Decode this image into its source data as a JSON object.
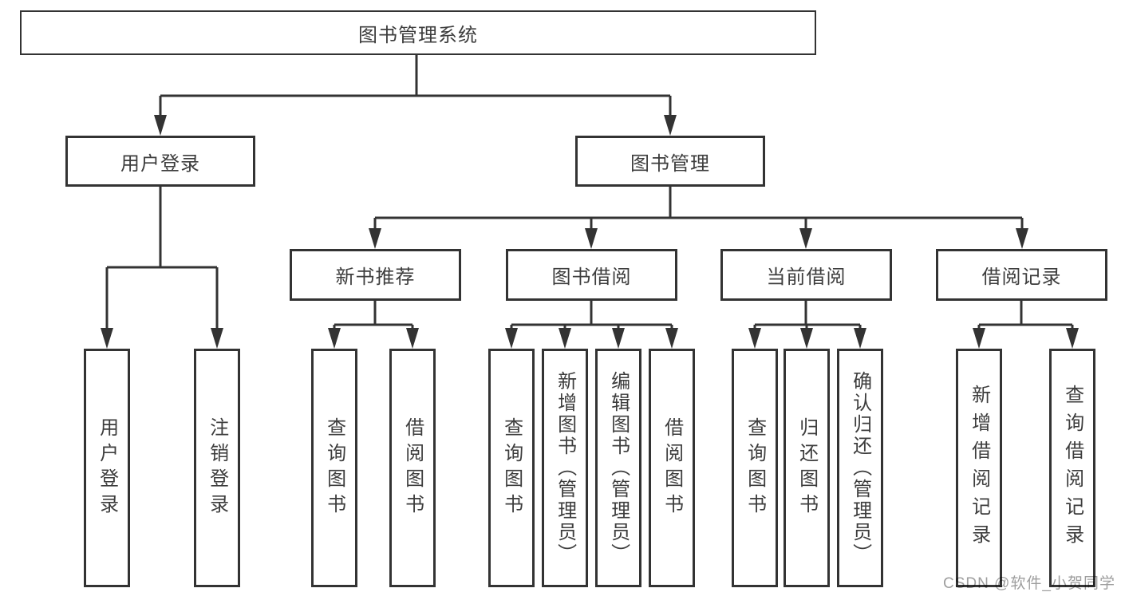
{
  "tree": {
    "root": {
      "label": "图书管理系统"
    },
    "branches": [
      {
        "label": "用户登录",
        "children": [
          {
            "label": "用户登录"
          },
          {
            "label": "注销登录"
          }
        ]
      },
      {
        "label": "图书管理",
        "children": [
          {
            "label": "新书推荐",
            "children": [
              {
                "label": "查询图书"
              },
              {
                "label": "借阅图书"
              }
            ]
          },
          {
            "label": "图书借阅",
            "children": [
              {
                "label": "查询图书"
              },
              {
                "label": "新增图书（管理员）"
              },
              {
                "label": "编辑图书（管理员）"
              },
              {
                "label": "借阅图书"
              }
            ]
          },
          {
            "label": "当前借阅",
            "children": [
              {
                "label": "查询图书"
              },
              {
                "label": "归还图书"
              },
              {
                "label": "确认归还（管理员）"
              }
            ]
          },
          {
            "label": "借阅记录",
            "children": [
              {
                "label": "新增借阅记录"
              },
              {
                "label": "查询借阅记录"
              }
            ]
          }
        ]
      }
    ]
  },
  "watermark": "CSDN @软件_小贺同学",
  "colors": {
    "line": "#333333",
    "box_border": "#333333",
    "text": "#3d3d3d",
    "watermark": "#9e9e9e",
    "background": "#ffffff"
  }
}
